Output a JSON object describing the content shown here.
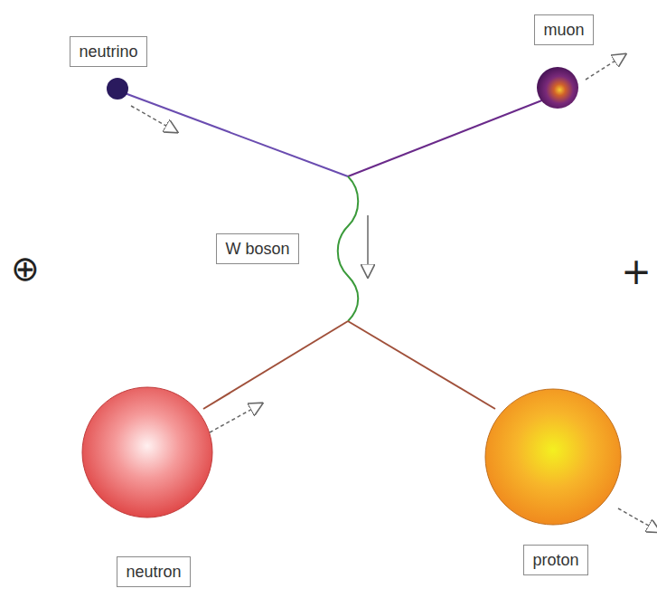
{
  "diagram": {
    "nodes": [
      {
        "text": [
          "neutrino"
        ]
      },
      {
        "text": [
          "muon"
        ]
      },
      {
        "text": [
          "W boson"
        ]
      },
      {
        "text": [
          "neutron"
        ]
      },
      {
        "text": [
          "proton"
        ]
      }
    ],
    "labels": [
      "⊕",
      "+"
    ]
  }
}
